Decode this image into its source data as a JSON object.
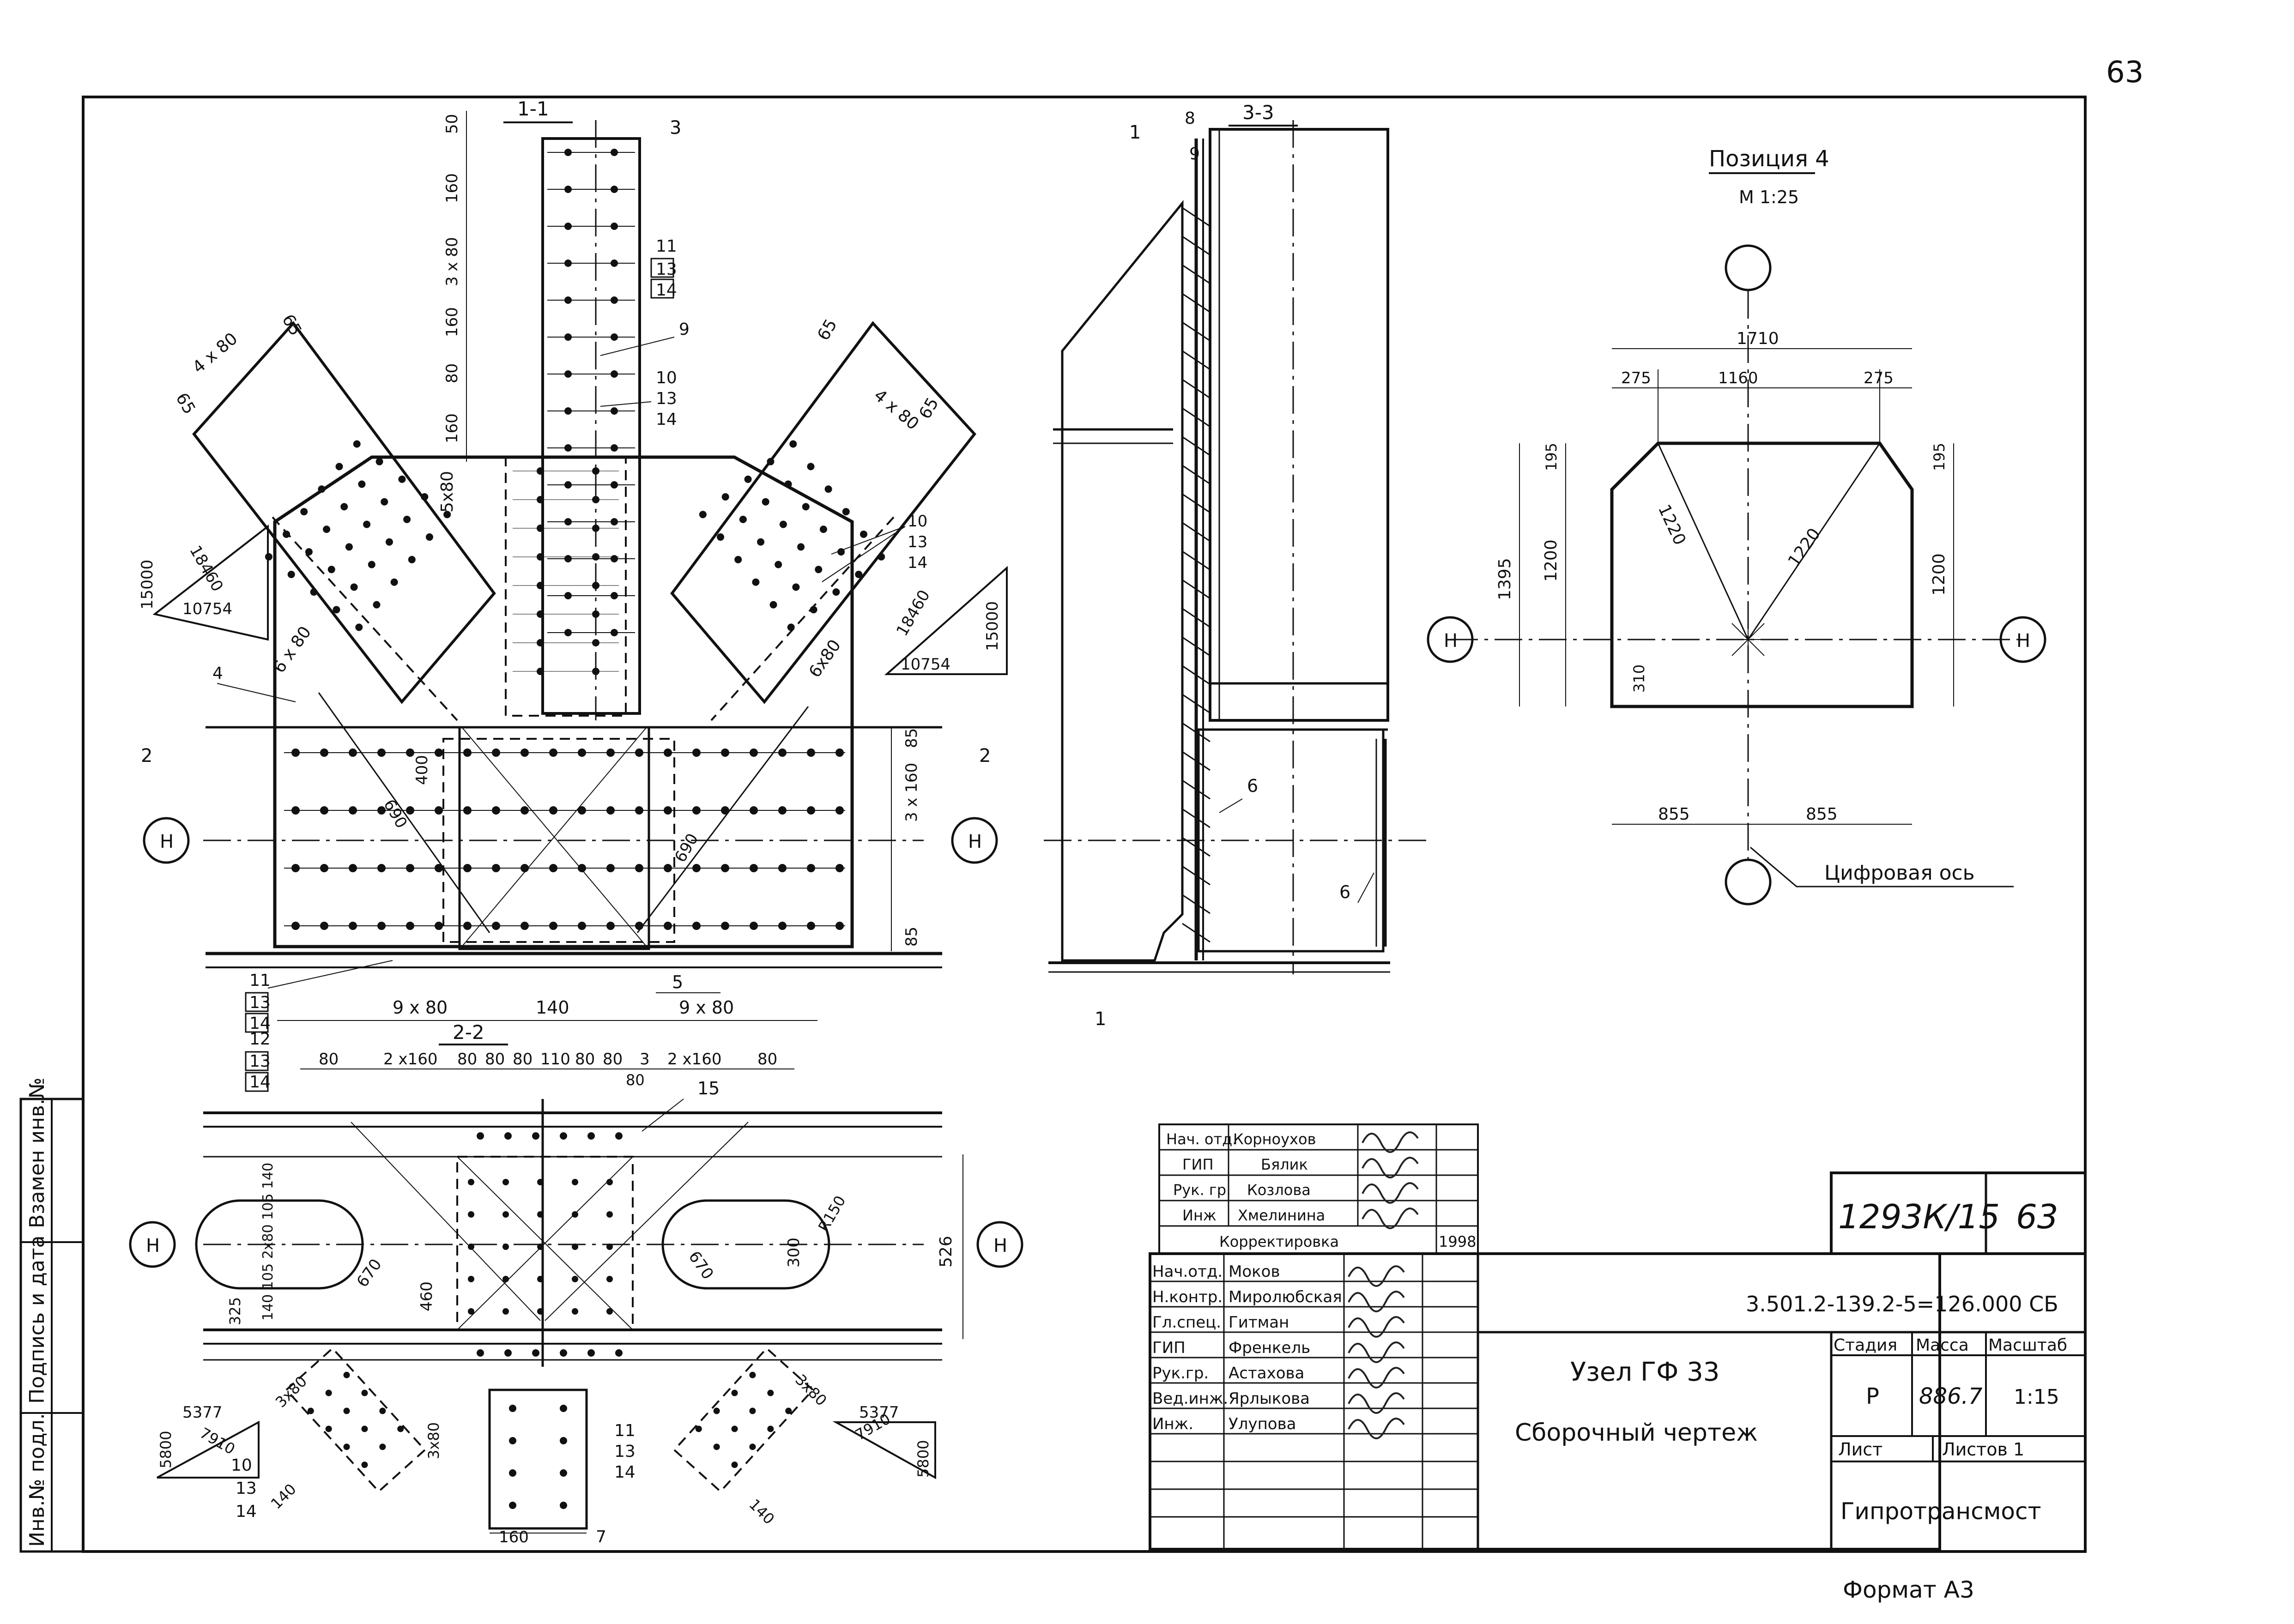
{
  "page_number": "63",
  "main_view": {
    "section_1_1": "1-1",
    "section_2_2": "2-2",
    "section_3_3": "3-3",
    "mark_1": "1",
    "mark_2": "2",
    "mark_3": "3",
    "mark_4": "4",
    "mark_5": "5",
    "mark_6": "6",
    "mark_7": "7",
    "mark_8": "8",
    "mark_9": "9",
    "mark_10": "10",
    "mark_11": "11",
    "mark_12": "12",
    "mark_13": "13",
    "mark_14": "14",
    "mark_15": "15",
    "axis_H": "Н",
    "dim_50": "50",
    "dim_160": "160",
    "dim_3x80": "3 x 80",
    "dim_80": "80",
    "dim_4x80": "4 x 80",
    "dim_65": "65",
    "dim_5x80": "5x80",
    "dim_6x80": "6 x 80",
    "dim_6x80b": "6x80",
    "dim_690": "690",
    "dim_400": "400",
    "dim_3x160": "3 x 160",
    "dim_85": "85",
    "dim_9x80": "9 x 80",
    "dim_140": "140",
    "dim_2x160": "2 x160",
    "dim_110": "110",
    "dim_670": "670",
    "dim_460": "460",
    "dim_300": "300",
    "dim_r150": "R150",
    "dim_526": "526",
    "dim_325": "325",
    "dim_3x80b": "3x80",
    "dim_5377": "5377",
    "dim_7910": "7910",
    "dim_5800": "5800",
    "dim_15000": "15000",
    "dim_18460": "18460",
    "dim_10754": "10754",
    "dim_vert_stack": "140 105 2x80 105 140"
  },
  "position4": {
    "title": "Позиция 4",
    "scale": "М 1:25",
    "dim_1710": "1710",
    "dim_275": "275",
    "dim_1160": "1160",
    "dim_195": "195",
    "dim_1395": "1395",
    "dim_1200": "1200",
    "dim_1220": "1220",
    "dim_310": "310",
    "dim_855": "855",
    "digital_axis": "Цифровая ось"
  },
  "signatures": {
    "rows": [
      {
        "role": "Нач. отд.",
        "name": "Корноухов"
      },
      {
        "role": "ГИП",
        "name": "Бялик"
      },
      {
        "role": "Рук. гр.",
        "name": "Козлова"
      },
      {
        "role": "Инж",
        "name": "Хмелинина"
      }
    ],
    "correction_label": "Корректировка",
    "correction_year": "1998",
    "rows2": [
      {
        "role": "Нач.отд.",
        "name": "Моков"
      },
      {
        "role": "Н.контр.",
        "name": "Миролюбская"
      },
      {
        "role": "Гл.спец.",
        "name": "Гитман"
      },
      {
        "role": "ГИП",
        "name": "Френкель"
      },
      {
        "role": "Рук.гр.",
        "name": "Астахова"
      },
      {
        "role": "Вед.инж.",
        "name": "Ярлыкова"
      },
      {
        "role": "Инж.",
        "name": "Улупова"
      }
    ]
  },
  "title_block": {
    "album_number": "1293К/15",
    "sheet_total_page": "63",
    "designation": "3.501.2-139.2-5=126.000 СБ",
    "title_line1": "Узел ГФ 33",
    "title_line2": "Сборочный чертеж",
    "stage_header": "Стадия",
    "mass_header": "Масса",
    "scale_header": "Масштаб",
    "stage": "Р",
    "mass": "886.7",
    "scale": "1:15",
    "sheet_label": "Лист",
    "sheets_label": "Листов 1",
    "organization": "Гипротрансмост"
  },
  "side_stamp": {
    "inv_replace": "Взамен инв.№",
    "sign_date": "Подпись и дата",
    "inv_orig": "Инв.№ подл."
  },
  "format": "Формат А3"
}
